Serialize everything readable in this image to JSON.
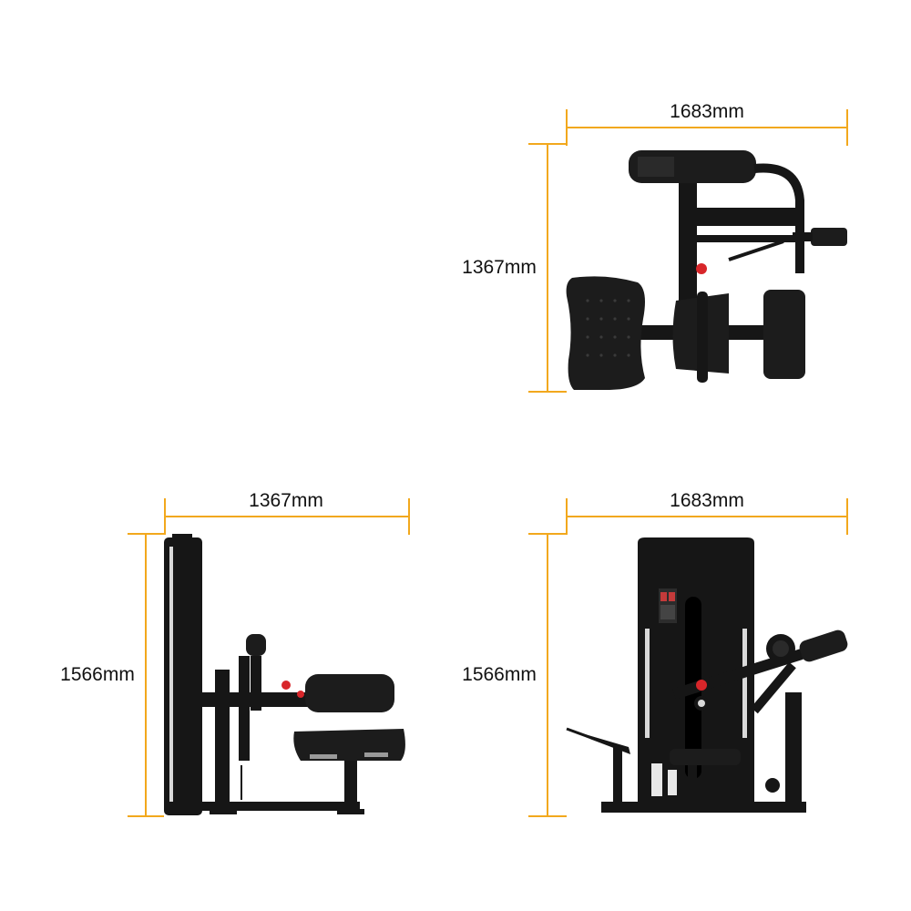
{
  "colors": {
    "dimension_line": "#F2A81D",
    "machine": "#161616",
    "pad": "#1c1c1c",
    "accent_red": "#d8262a",
    "highlight": "#d9d9d9"
  },
  "views": {
    "top": {
      "width_label": "1683mm",
      "depth_label": "1367mm"
    },
    "side": {
      "depth_label": "1367mm",
      "height_label": "1566mm"
    },
    "front": {
      "width_label": "1683mm",
      "height_label": "1566mm"
    }
  }
}
